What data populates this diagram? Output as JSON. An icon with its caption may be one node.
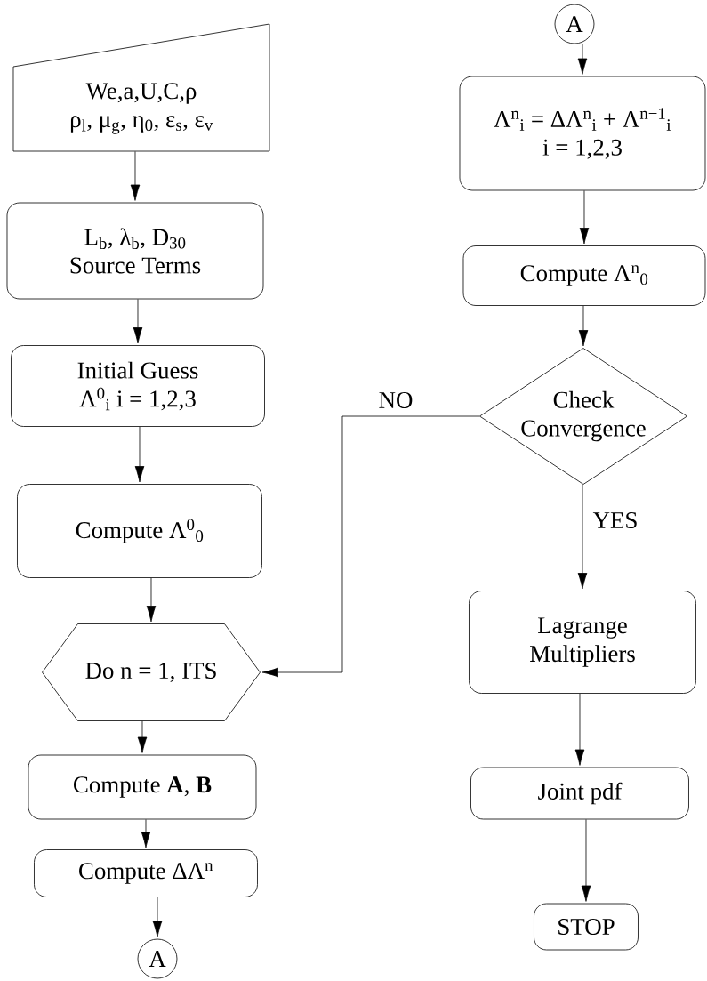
{
  "diagram": {
    "nodes": [
      {
        "text": [
          "We,a,U,C,ρ",
          "ρ$_{l}$, μ$_{g}$, η$_{0}$, ε$_{s}$, ε$_{v}$"
        ]
      },
      {
        "text": [
          "L$_{b}$, λ$_{b}$, D$_{30}$",
          "Source Terms"
        ]
      },
      {
        "text": [
          "Initial Guess",
          "Λ$^{0}$$_{i}$ i = 1,2,3"
        ]
      },
      {
        "text": [
          "Compute Λ$^{0}$$_{0}$"
        ]
      },
      {
        "text": [
          "Do n = 1, ITS"
        ]
      },
      {
        "text": [
          "Compute **A**, **B**"
        ]
      },
      {
        "text": [
          "Compute ΔΛ$^{n}$"
        ]
      },
      {
        "text": [
          "A"
        ]
      },
      {
        "text": [
          "A"
        ]
      },
      {
        "text": [
          "Λ$^{n}$$_{i}$ = ΔΛ$^{n}$$_{i}$ + Λ$^{n−1}$$_{i}$",
          "i = 1,2,3"
        ]
      },
      {
        "text": [
          "Compute Λ$^{n}$$_{0}$"
        ]
      },
      {
        "text": [
          "Check Convergence"
        ]
      },
      {
        "text": [
          "Lagrange Multipliers"
        ]
      },
      {
        "text": [
          "Joint pdf"
        ]
      },
      {
        "text": [
          "STOP"
        ]
      }
    ],
    "edges": [
      {
        "from": 0,
        "to": 1,
        "arrow": "to"
      },
      {
        "from": 1,
        "to": 2,
        "arrow": "to"
      },
      {
        "from": 2,
        "to": 3,
        "arrow": "to"
      },
      {
        "from": 3,
        "to": 4,
        "arrow": "to"
      },
      {
        "from": 4,
        "to": 5,
        "arrow": "to"
      },
      {
        "from": 5,
        "to": 6,
        "arrow": "to"
      },
      {
        "from": 6,
        "to": 7,
        "arrow": "to"
      },
      {
        "from": 8,
        "to": 9,
        "arrow": "to"
      },
      {
        "from": 9,
        "to": 10,
        "arrow": "to"
      },
      {
        "from": 10,
        "to": 11,
        "arrow": "to"
      },
      {
        "from": 11,
        "to": 4,
        "arrow": "to",
        "label": "NO"
      },
      {
        "from": 11,
        "to": 12,
        "arrow": "to",
        "label": "YES"
      },
      {
        "from": 12,
        "to": 13,
        "arrow": "to"
      },
      {
        "from": 13,
        "to": 14,
        "arrow": "to"
      }
    ]
  }
}
